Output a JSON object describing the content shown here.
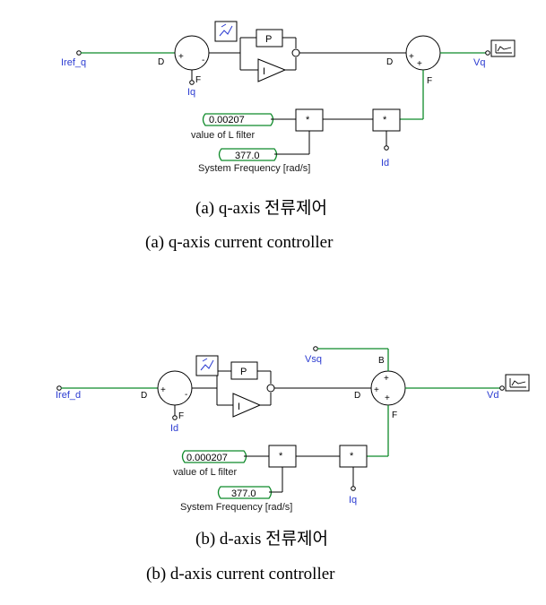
{
  "panel_a": {
    "input": "Iref_q",
    "feedback": "Iq",
    "output": "Vq",
    "p_block": "P",
    "i_block": "I",
    "mult": "*",
    "const_l": "0.00207",
    "const_l_label": "value of L filter",
    "const_f": "377.0",
    "const_f_label": "System Frequency [rad/s]",
    "cross_signal": "Id",
    "port_d": "D",
    "port_f": "F",
    "plus": "+",
    "minus": "-",
    "caption_ko": "(a)  q-axis  전류제어",
    "caption_en": "(a)  q-axis  current  controller"
  },
  "panel_b": {
    "input": "Iref_d",
    "feedback": "Id",
    "output": "Vd",
    "vs": "Vsq",
    "p_block": "P",
    "i_block": "I",
    "mult": "*",
    "const_l": "0.000207",
    "const_l_label": "value of L filter",
    "const_f": "377.0",
    "const_f_label": "System Frequency [rad/s]",
    "cross_signal": "Iq",
    "port_d": "D",
    "port_f": "F",
    "port_b": "B",
    "plus": "+",
    "minus": "-",
    "caption_ko": "(b)  d-axis  전류제어",
    "caption_en": "(b)  d-axis  current  controller"
  }
}
